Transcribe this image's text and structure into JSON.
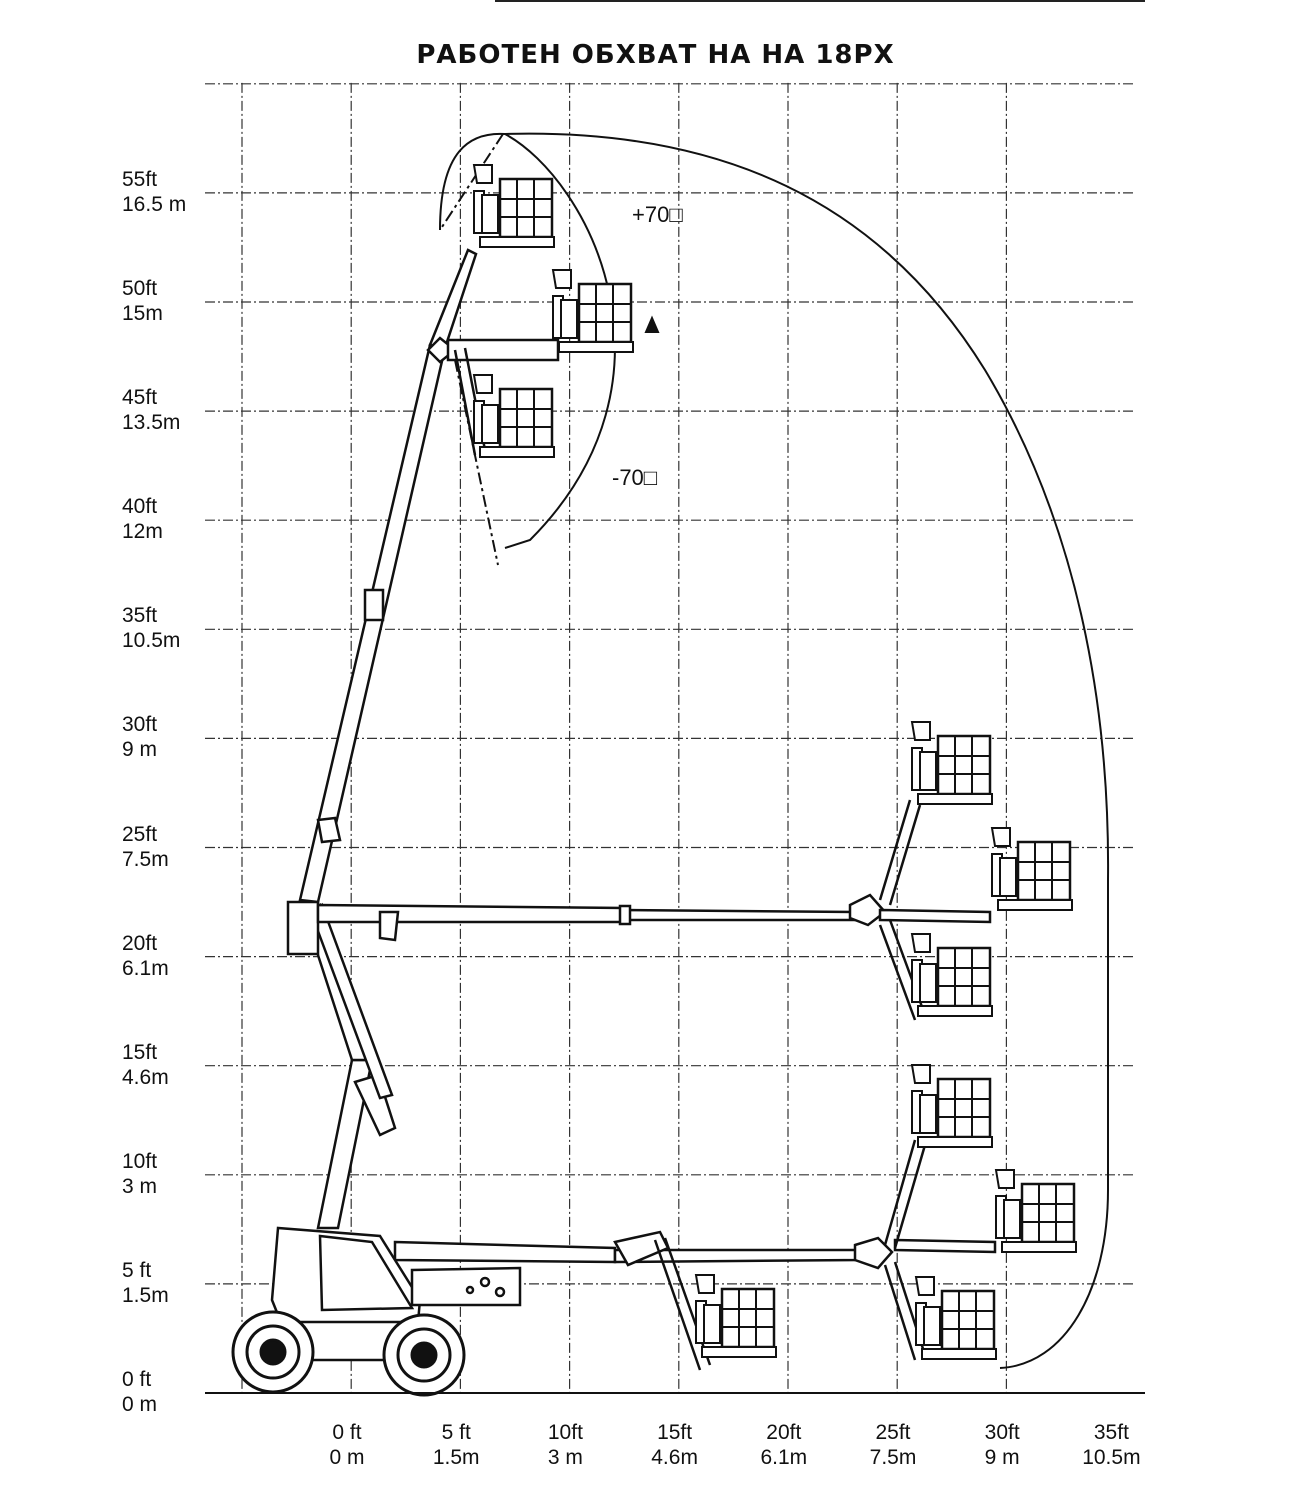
{
  "title": "РАБОТЕН ОБХВАТ НА НА 18РХ",
  "y_axis": {
    "ticks": [
      {
        "ft": "0 ft",
        "m": "0 m"
      },
      {
        "ft": "5 ft",
        "m": "1.5m"
      },
      {
        "ft": "10ft",
        "m": "3 m"
      },
      {
        "ft": "15ft",
        "m": "4.6m"
      },
      {
        "ft": "20ft",
        "m": "6.1m"
      },
      {
        "ft": "25ft",
        "m": "7.5m"
      },
      {
        "ft": "30ft",
        "m": "9 m"
      },
      {
        "ft": "35ft",
        "m": "10.5m"
      },
      {
        "ft": "40ft",
        "m": "12m"
      },
      {
        "ft": "45ft",
        "m": "13.5m"
      },
      {
        "ft": "50ft",
        "m": "15m"
      },
      {
        "ft": "55ft",
        "m": "16.5 m"
      }
    ]
  },
  "x_axis": {
    "ticks": [
      {
        "ft": "0 ft",
        "m": "0 m"
      },
      {
        "ft": "5 ft",
        "m": "1.5m"
      },
      {
        "ft": "10ft",
        "m": "3 m"
      },
      {
        "ft": "15ft",
        "m": "4.6m"
      },
      {
        "ft": "20ft",
        "m": "6.1m"
      },
      {
        "ft": "25ft",
        "m": "7.5m"
      },
      {
        "ft": "30ft",
        "m": "9 m"
      },
      {
        "ft": "35ft",
        "m": "10.5m"
      }
    ]
  },
  "annotations": {
    "jib_up": "+70□",
    "jib_down": "-70□"
  },
  "colors": {
    "line": "#111111",
    "grid": "#333333",
    "background": "#ffffff"
  }
}
